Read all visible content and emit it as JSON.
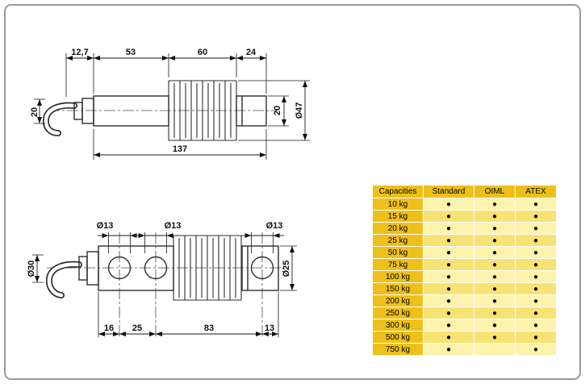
{
  "top_view": {
    "dims": {
      "cable_offset": "12,7",
      "beam_length": "53",
      "bellows_length": "60",
      "end_length": "24",
      "beam_height_left": "20",
      "end_height": "20",
      "bellows_diameter": "Ø47",
      "total_length": "137"
    }
  },
  "bottom_view": {
    "dims": {
      "hole1_diameter": "Ø13",
      "hole2_diameter": "Ø13",
      "hole3_diameter": "Ø13",
      "cable_bend_diameter": "Ø30",
      "end_diameter": "Ø25",
      "edge_to_hole1": "16",
      "hole1_to_hole2": "25",
      "hole2_to_hole3": "83",
      "hole3_to_end": "13"
    }
  },
  "capacity_table": {
    "headers": [
      "Capacities",
      "Standard",
      "OIML",
      "ATEX"
    ],
    "dot_symbol": "●",
    "rows": [
      {
        "capacity": "10 kg",
        "standard": true,
        "oiml": true,
        "atex": true
      },
      {
        "capacity": "15 kg",
        "standard": true,
        "oiml": true,
        "atex": true
      },
      {
        "capacity": "20 kg",
        "standard": true,
        "oiml": true,
        "atex": true
      },
      {
        "capacity": "25 kg",
        "standard": true,
        "oiml": true,
        "atex": true
      },
      {
        "capacity": "50 kg",
        "standard": true,
        "oiml": true,
        "atex": true
      },
      {
        "capacity": "75 kg",
        "standard": true,
        "oiml": true,
        "atex": true
      },
      {
        "capacity": "100 kg",
        "standard": true,
        "oiml": true,
        "atex": true
      },
      {
        "capacity": "150 kg",
        "standard": true,
        "oiml": true,
        "atex": true
      },
      {
        "capacity": "200 kg",
        "standard": true,
        "oiml": true,
        "atex": true
      },
      {
        "capacity": "250 kg",
        "standard": true,
        "oiml": true,
        "atex": true
      },
      {
        "capacity": "300 kg",
        "standard": true,
        "oiml": true,
        "atex": true
      },
      {
        "capacity": "500 kg",
        "standard": true,
        "oiml": true,
        "atex": true
      },
      {
        "capacity": "750 kg",
        "standard": true,
        "oiml": false,
        "atex": true
      }
    ]
  },
  "colors": {
    "table_header_bg": "#eec019",
    "table_row_light": "#fdf3ad",
    "table_row_dark": "#f8e273",
    "line_color": "#2e2e2e"
  }
}
